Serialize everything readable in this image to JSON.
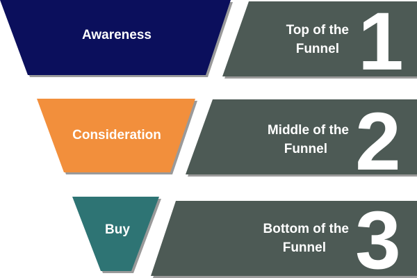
{
  "colors": {
    "awareness": "#0b0f5c",
    "consideration": "#f28f3c",
    "buy": "#2e7474",
    "band": "#4d5a55",
    "shadow": "#9a9a9a"
  },
  "levels": [
    {
      "label": "Awareness",
      "stage_line1": "Top of the",
      "stage_line2": "Funnel",
      "number": "1"
    },
    {
      "label": "Consideration",
      "stage_line1": "Middle of the",
      "stage_line2": "Funnel",
      "number": "2"
    },
    {
      "label": "Buy",
      "stage_line1": "Bottom of the",
      "stage_line2": "Funnel",
      "number": "3"
    }
  ]
}
